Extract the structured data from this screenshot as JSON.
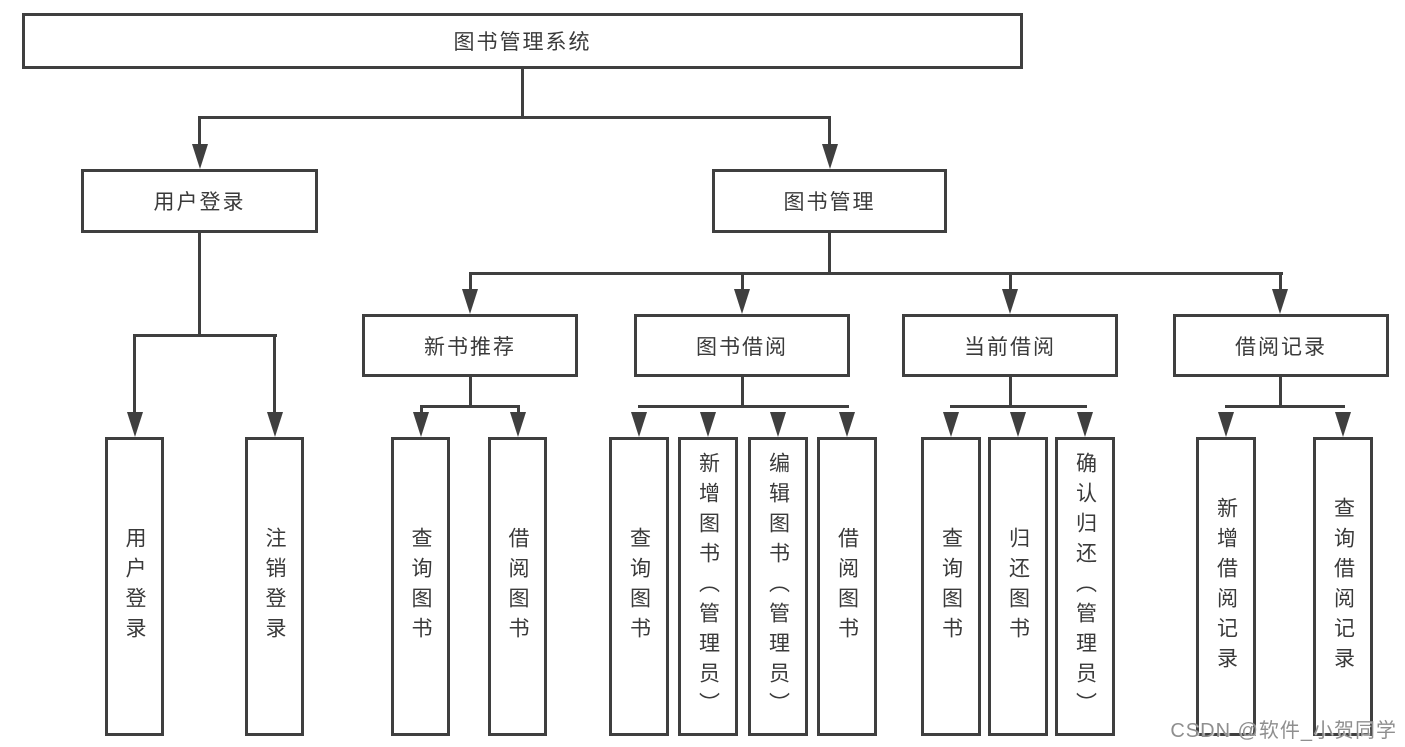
{
  "tree": {
    "root": {
      "label": "图书管理系统"
    },
    "user_login": {
      "label": "用户登录",
      "children": [
        {
          "label": "用户登录"
        },
        {
          "label": "注销登录"
        }
      ]
    },
    "book_mgmt": {
      "label": "图书管理",
      "children": [
        {
          "label": "新书推荐",
          "children": [
            {
              "label": "查询图书"
            },
            {
              "label": "借阅图书"
            }
          ]
        },
        {
          "label": "图书借阅",
          "children": [
            {
              "label": "查询图书"
            },
            {
              "label": "新增图书（管理员）"
            },
            {
              "label": "编辑图书（管理员）"
            },
            {
              "label": "借阅图书"
            }
          ]
        },
        {
          "label": "当前借阅",
          "children": [
            {
              "label": "查询图书"
            },
            {
              "label": "归还图书"
            },
            {
              "label": "确认归还（管理员）"
            }
          ]
        },
        {
          "label": "借阅记录",
          "children": [
            {
              "label": "新增借阅记录"
            },
            {
              "label": "查询借阅记录"
            }
          ]
        }
      ]
    }
  },
  "watermark": {
    "text": "CSDN @软件_小贺同学"
  },
  "colors": {
    "line": "#3f3f3f",
    "text": "#3a3a3a",
    "watermark": "#8f8f8f",
    "background": "#ffffff"
  }
}
